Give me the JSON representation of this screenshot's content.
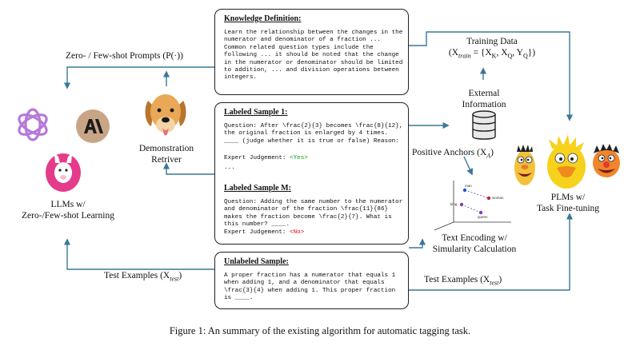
{
  "knowledge": {
    "heading": "Knowledge Definition",
    "colon": ":",
    "text": "Learn the relationship between the changes in the numerator and denominator of a fraction ... Common related question types include the following ... it should be noted that the change in the numerator or denominator should be limited to addition, ... and division operations between integers."
  },
  "labeled": {
    "sample1": {
      "heading": "Labeled Sample 1",
      "colon": ":",
      "question": "Question: After \\frac{2}{3} becomes \\frac{8}{12}, the original fraction is enlarged by 4 times. ____ (judge whether it is true or false) Reason:",
      "judgement_prefix": "Expert Judgement: ",
      "judgement": "<Yes>"
    },
    "ellipsis": "...",
    "sampleM": {
      "heading": "Labeled Sample M",
      "colon": ":",
      "question": "Question: Adding the same number to the numerator and denominator of the fraction \\frac{11}{86} makes the fraction become \\frac{2}{7}. What is this number? ____.",
      "judgement_prefix": "Expert Judgement: ",
      "judgement": "<No>"
    }
  },
  "unlabeled": {
    "heading": "Unlabeled Sample",
    "colon": ":",
    "text": "A proper fraction has a numerator that equals 1 when adding 1, and a denominator that equals \\frac{3}{4} when adding 1. This proper fraction is ____."
  },
  "labels": {
    "zero_few_prompts": "Zero- / Few-shot Prompts (P(·))",
    "demo_retriver_1": "Demonstration",
    "demo_retriver_2": "Retriver",
    "llms_1": "LLMs w/",
    "llms_2": "Zero-/Few-shot Learning",
    "test_examples_left": "Test Examples (X",
    "test_examples_right": "Test Examples (X",
    "test_sub": "test",
    "close_paren": ")",
    "training_data_1": "Training Data",
    "training_data_2": "(X",
    "training_sub": "train",
    "training_rest": " = {X",
    "training_k": "K",
    "training_q1": "Q",
    "training_q2": "Q",
    "training_end": "})",
    "comma": ", ",
    "comma2": ", Y",
    "external_1": "External",
    "external_2": "Information",
    "positive_anchors": "Positive Anchors (X",
    "positive_sub": "A",
    "text_encoding_1": "Text Encoding w/",
    "text_encoding_2": "Simularity Calculation",
    "plms_1": "PLMs w/",
    "plms_2": "Task Fine-tuning"
  },
  "scatter_points": [
    "man",
    "woman",
    "king",
    "queen"
  ],
  "caption": "Figure 1: An summary of the existing algorithm for automatic tagging task.",
  "colors": {
    "arrow": "#3c7896",
    "box_border": "#222222",
    "yes": "#12a312",
    "no": "#d41818"
  }
}
